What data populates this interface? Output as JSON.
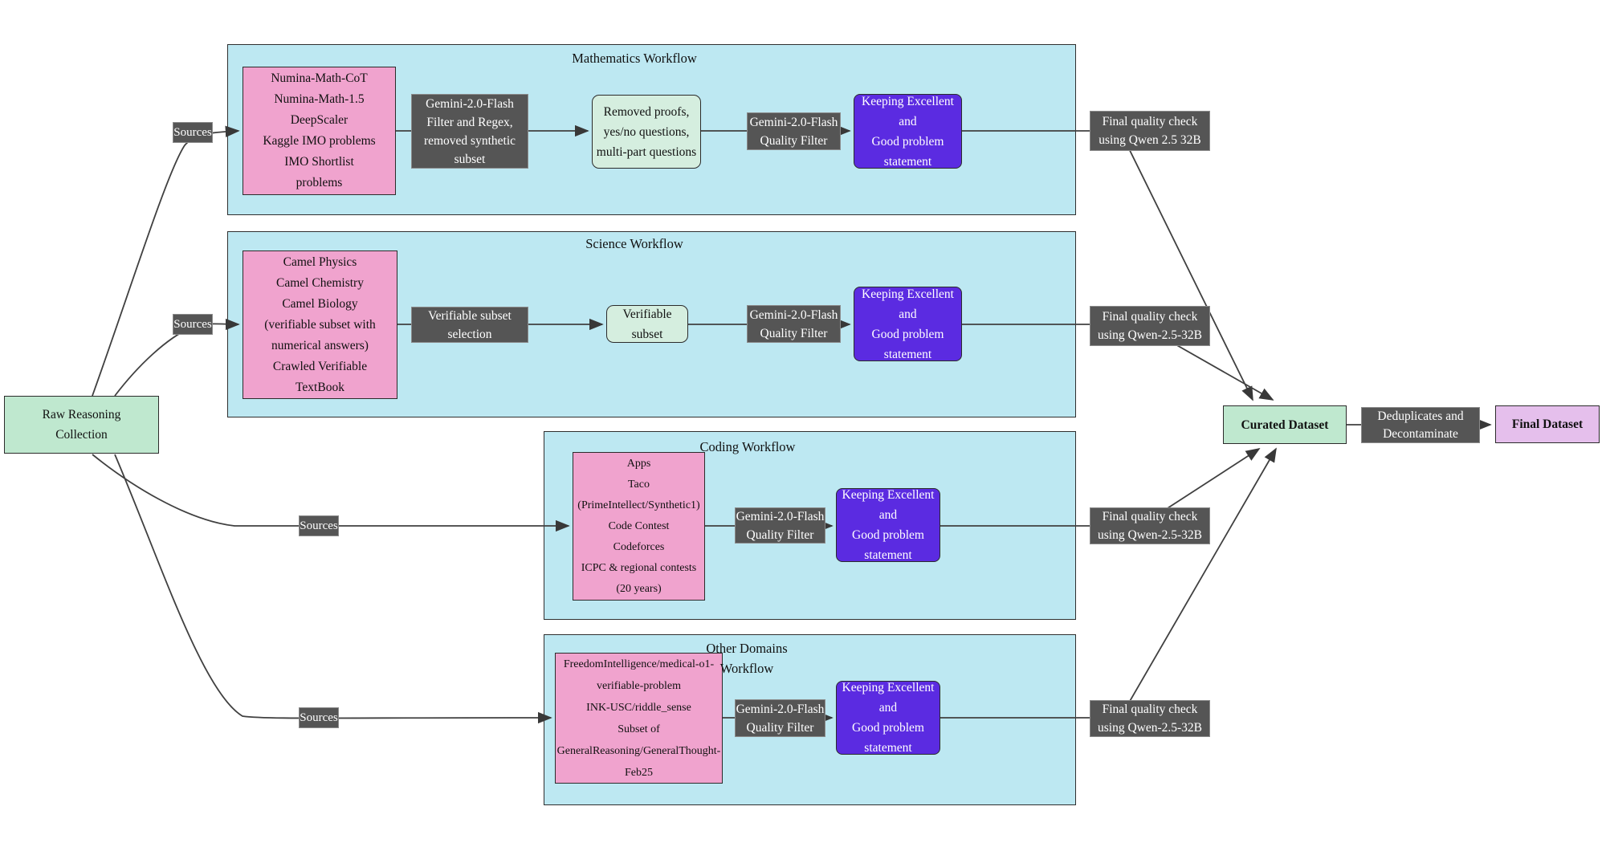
{
  "colors": {
    "container": "#BDE8F2",
    "pink": "#F0A3CE",
    "green_light": "#D5EEDF",
    "green": "#BFE8CF",
    "gray": "#555555",
    "purple": "#5B2BE1",
    "plum": "#E5BFEC",
    "edge": "#404040",
    "ink": "#111111"
  },
  "start": {
    "label": "Raw Reasoning\nCollection"
  },
  "workflows": [
    {
      "title": "Mathematics Workflow",
      "source_label": "Sources",
      "datasets": "Numina-Math-CoT\nNumina-Math-1.5\nDeepScaler\nKaggle IMO problems\nIMO Shortlist\nproblems",
      "filter_label": "Gemini-2.0-Flash\nFilter and Regex,\nremoved synthetic\nsubset",
      "mid_node": "Removed proofs,\nyes/no questions,\nmulti-part questions",
      "quality_label": "Gemini-2.0-Flash\nQuality Filter",
      "keep_node": "Keeping Excellent and\nGood problem\nstatement",
      "final_check": "Final quality check\nusing Qwen 2.5 32B"
    },
    {
      "title": "Science Workflow",
      "source_label": "Sources",
      "datasets": "Camel Physics\nCamel Chemistry\nCamel Biology\n(verifiable subset with\nnumerical answers)\nCrawled Verifiable\nTextBook",
      "filter_label": "Verifiable subset\nselection",
      "mid_node": "Verifiable subset",
      "quality_label": "Gemini-2.0-Flash\nQuality Filter",
      "keep_node": "Keeping Excellent and\nGood problem\nstatement",
      "final_check": "Final quality check\nusing Qwen-2.5-32B"
    },
    {
      "title": "Coding Workflow",
      "source_label": "Sources",
      "datasets": "Apps\nTaco\n(PrimeIntellect/Synthetic1)\nCode Contest\nCodeforces\nICPC & regional contests\n(20 years)",
      "quality_label": "Gemini-2.0-Flash\nQuality Filter",
      "keep_node": "Keeping Excellent and\nGood problem\nstatement",
      "final_check": "Final quality check\nusing Qwen-2.5-32B"
    },
    {
      "title": "Other Domains\nWorkflow",
      "source_label": "Sources",
      "datasets": "FreedomIntelligence/medical-o1-\nverifiable-problem\nINK-USC/riddle_sense\nSubset of\nGeneralReasoning/GeneralThought-\nFeb25",
      "quality_label": "Gemini-2.0-Flash\nQuality Filter",
      "keep_node": "Keeping Excellent and\nGood problem\nstatement",
      "final_check": "Final quality check\nusing Qwen-2.5-32B"
    }
  ],
  "end": {
    "curated": "Curated Dataset",
    "dedup_label": "Deduplicates and\nDecontaminate",
    "final": "Final Dataset"
  }
}
